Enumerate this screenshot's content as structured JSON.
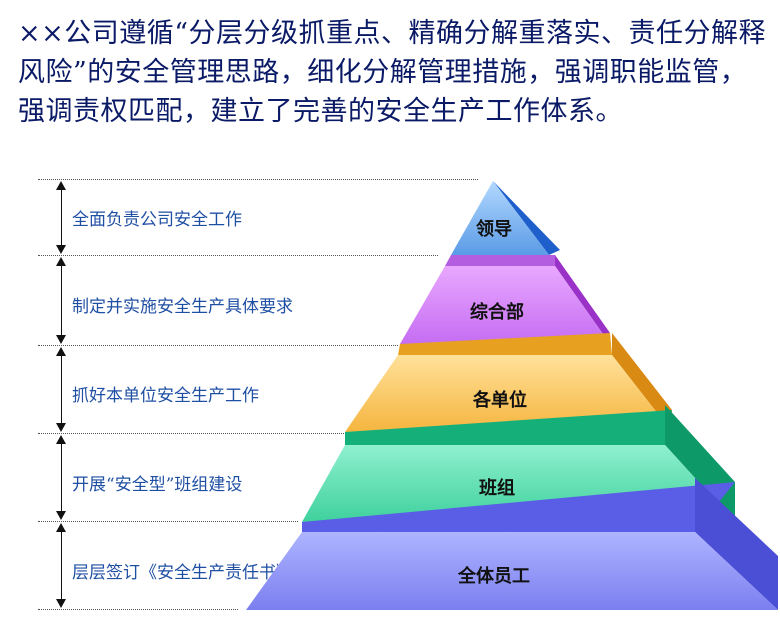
{
  "heading": "××公司遵循“分层分级抓重点、精确分解重落实、责任分解释风险”的安全管理思路，细化分解管理措施，强调职能监管，强调责权匹配，建立了完善的安全生产工作体系。",
  "tiers": [
    {
      "label": "领导",
      "role": "全面负责公司安全工作",
      "colors": {
        "front_top": "#b3d8ff",
        "front_bottom": "#5b9be6",
        "side": "#1f5fcc",
        "top": "#d6ebff"
      }
    },
    {
      "label": "综合部",
      "role": "制定并实施安全生产具体要求",
      "colors": {
        "front_top": "#e9a8ff",
        "front_bottom": "#c56df2",
        "side": "#9a32c8",
        "top": "#b55de0"
      }
    },
    {
      "label": "各单位",
      "role": "抓好本单位安全生产工作",
      "colors": {
        "front_top": "#ffe19a",
        "front_bottom": "#f5b53f",
        "side": "#d98a12",
        "top": "#e8a020"
      }
    },
    {
      "label": "班组",
      "role": "开展“安全型”班组建设",
      "colors": {
        "front_top": "#8ff0cf",
        "front_bottom": "#3fd19d",
        "side": "#0e9a68",
        "top": "#15b07a"
      }
    },
    {
      "label": "全体员工",
      "role": "层层签订《安全生产责任书》",
      "colors": {
        "front_top": "#aeb4ff",
        "front_bottom": "#7b7ff0",
        "side": "#4a4fd6",
        "top": "#5a5ee6"
      }
    }
  ]
}
